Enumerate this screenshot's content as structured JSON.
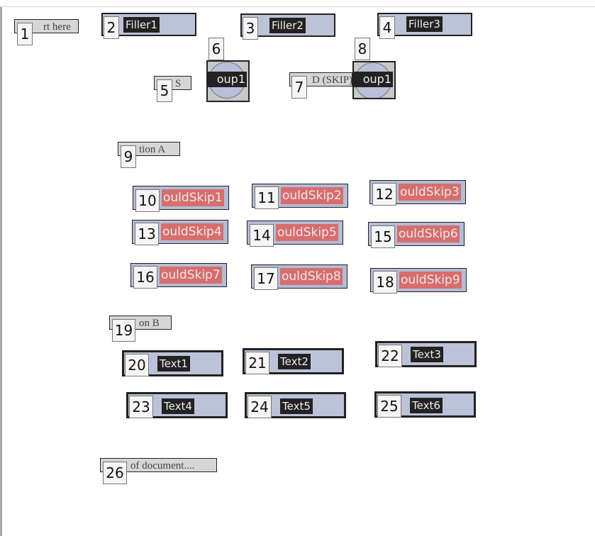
{
  "elements": {
    "e1": "rt here",
    "e2": "Filler1",
    "e3": "Filler2",
    "e4": "Filler3",
    "e5": "S",
    "e6": "oup1",
    "e7": "D (SKIP)",
    "e8": "oup1",
    "e9": "tion A",
    "e10": "ouldSkip1",
    "e11": "ouldSkip2",
    "e12": "ouldSkip3",
    "e13": "ouldSkip4",
    "e14": "ouldSkip5",
    "e15": "ouldSkip6",
    "e16": "ouldSkip7",
    "e17": "ouldSkip8",
    "e18": "ouldSkip9",
    "e19": "on B",
    "e20": "Text1",
    "e21": "Text2",
    "e22": "Text3",
    "e23": "Text4",
    "e24": "Text5",
    "e25": "Text6",
    "e26": "of document...."
  },
  "labels": [
    "1",
    "2",
    "3",
    "4",
    "5",
    "6",
    "7",
    "8",
    "9",
    "10",
    "11",
    "12",
    "13",
    "14",
    "15",
    "16",
    "17",
    "18",
    "19",
    "20",
    "21",
    "22",
    "23",
    "24",
    "25",
    "26"
  ],
  "colors": {
    "button_fill": "#bcc3d8",
    "skip_text_bg": "#d66e6e",
    "dark_text_bg": "#222222",
    "gray_box": "#d6d6d6"
  }
}
